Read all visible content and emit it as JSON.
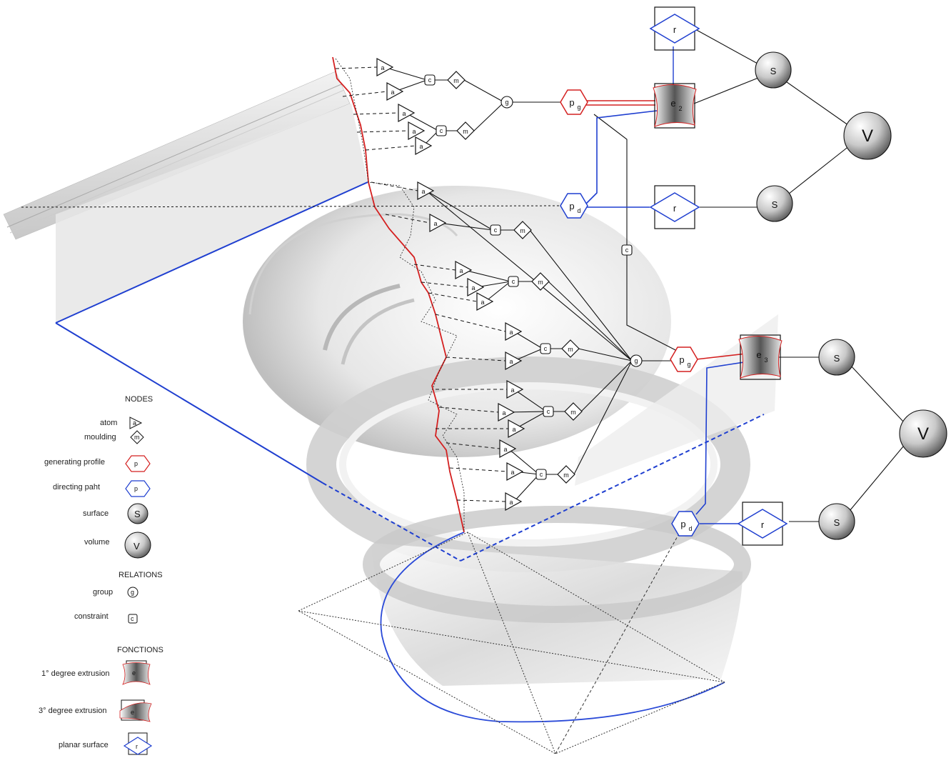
{
  "colors": {
    "generating_profile": "#d42020",
    "directing_path": "#1f3fd0",
    "edge": "#111111"
  },
  "nodes": {
    "atom": "a",
    "moulding": "m",
    "constraint": "c",
    "group": "g",
    "surface": "S",
    "volume": "V",
    "planar": "r",
    "extrusion_1": "e",
    "extrusion_1_sub": "2",
    "extrusion_3": "e",
    "extrusion_3_sub": "3",
    "profile": "p",
    "profile_sub_g": "g",
    "profile_sub_d": "d"
  },
  "legend": {
    "nodes_title": "NODES",
    "atom": "atom",
    "moulding": "moulding",
    "generating_profile": "generating profile",
    "directing_path": "directing paht",
    "surface": "surface",
    "volume": "volume",
    "relations_title": "RELATIONS",
    "group": "group",
    "constraint": "constraint",
    "functions_title": "FONCTIONS",
    "first_degree": "1° degree extrusion",
    "third_degree": "3° degree extrusion",
    "planar_surface": "planar surface"
  }
}
